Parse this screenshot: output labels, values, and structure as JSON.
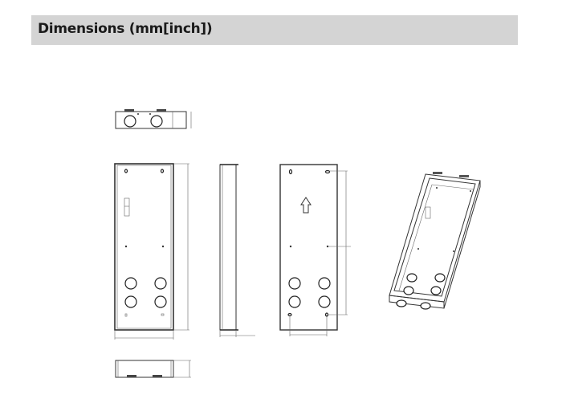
{
  "section": {
    "title": "Dimensions (mm[inch])"
  },
  "drawing": {
    "views": [
      "top",
      "front",
      "side",
      "back",
      "bottom",
      "isometric"
    ]
  }
}
